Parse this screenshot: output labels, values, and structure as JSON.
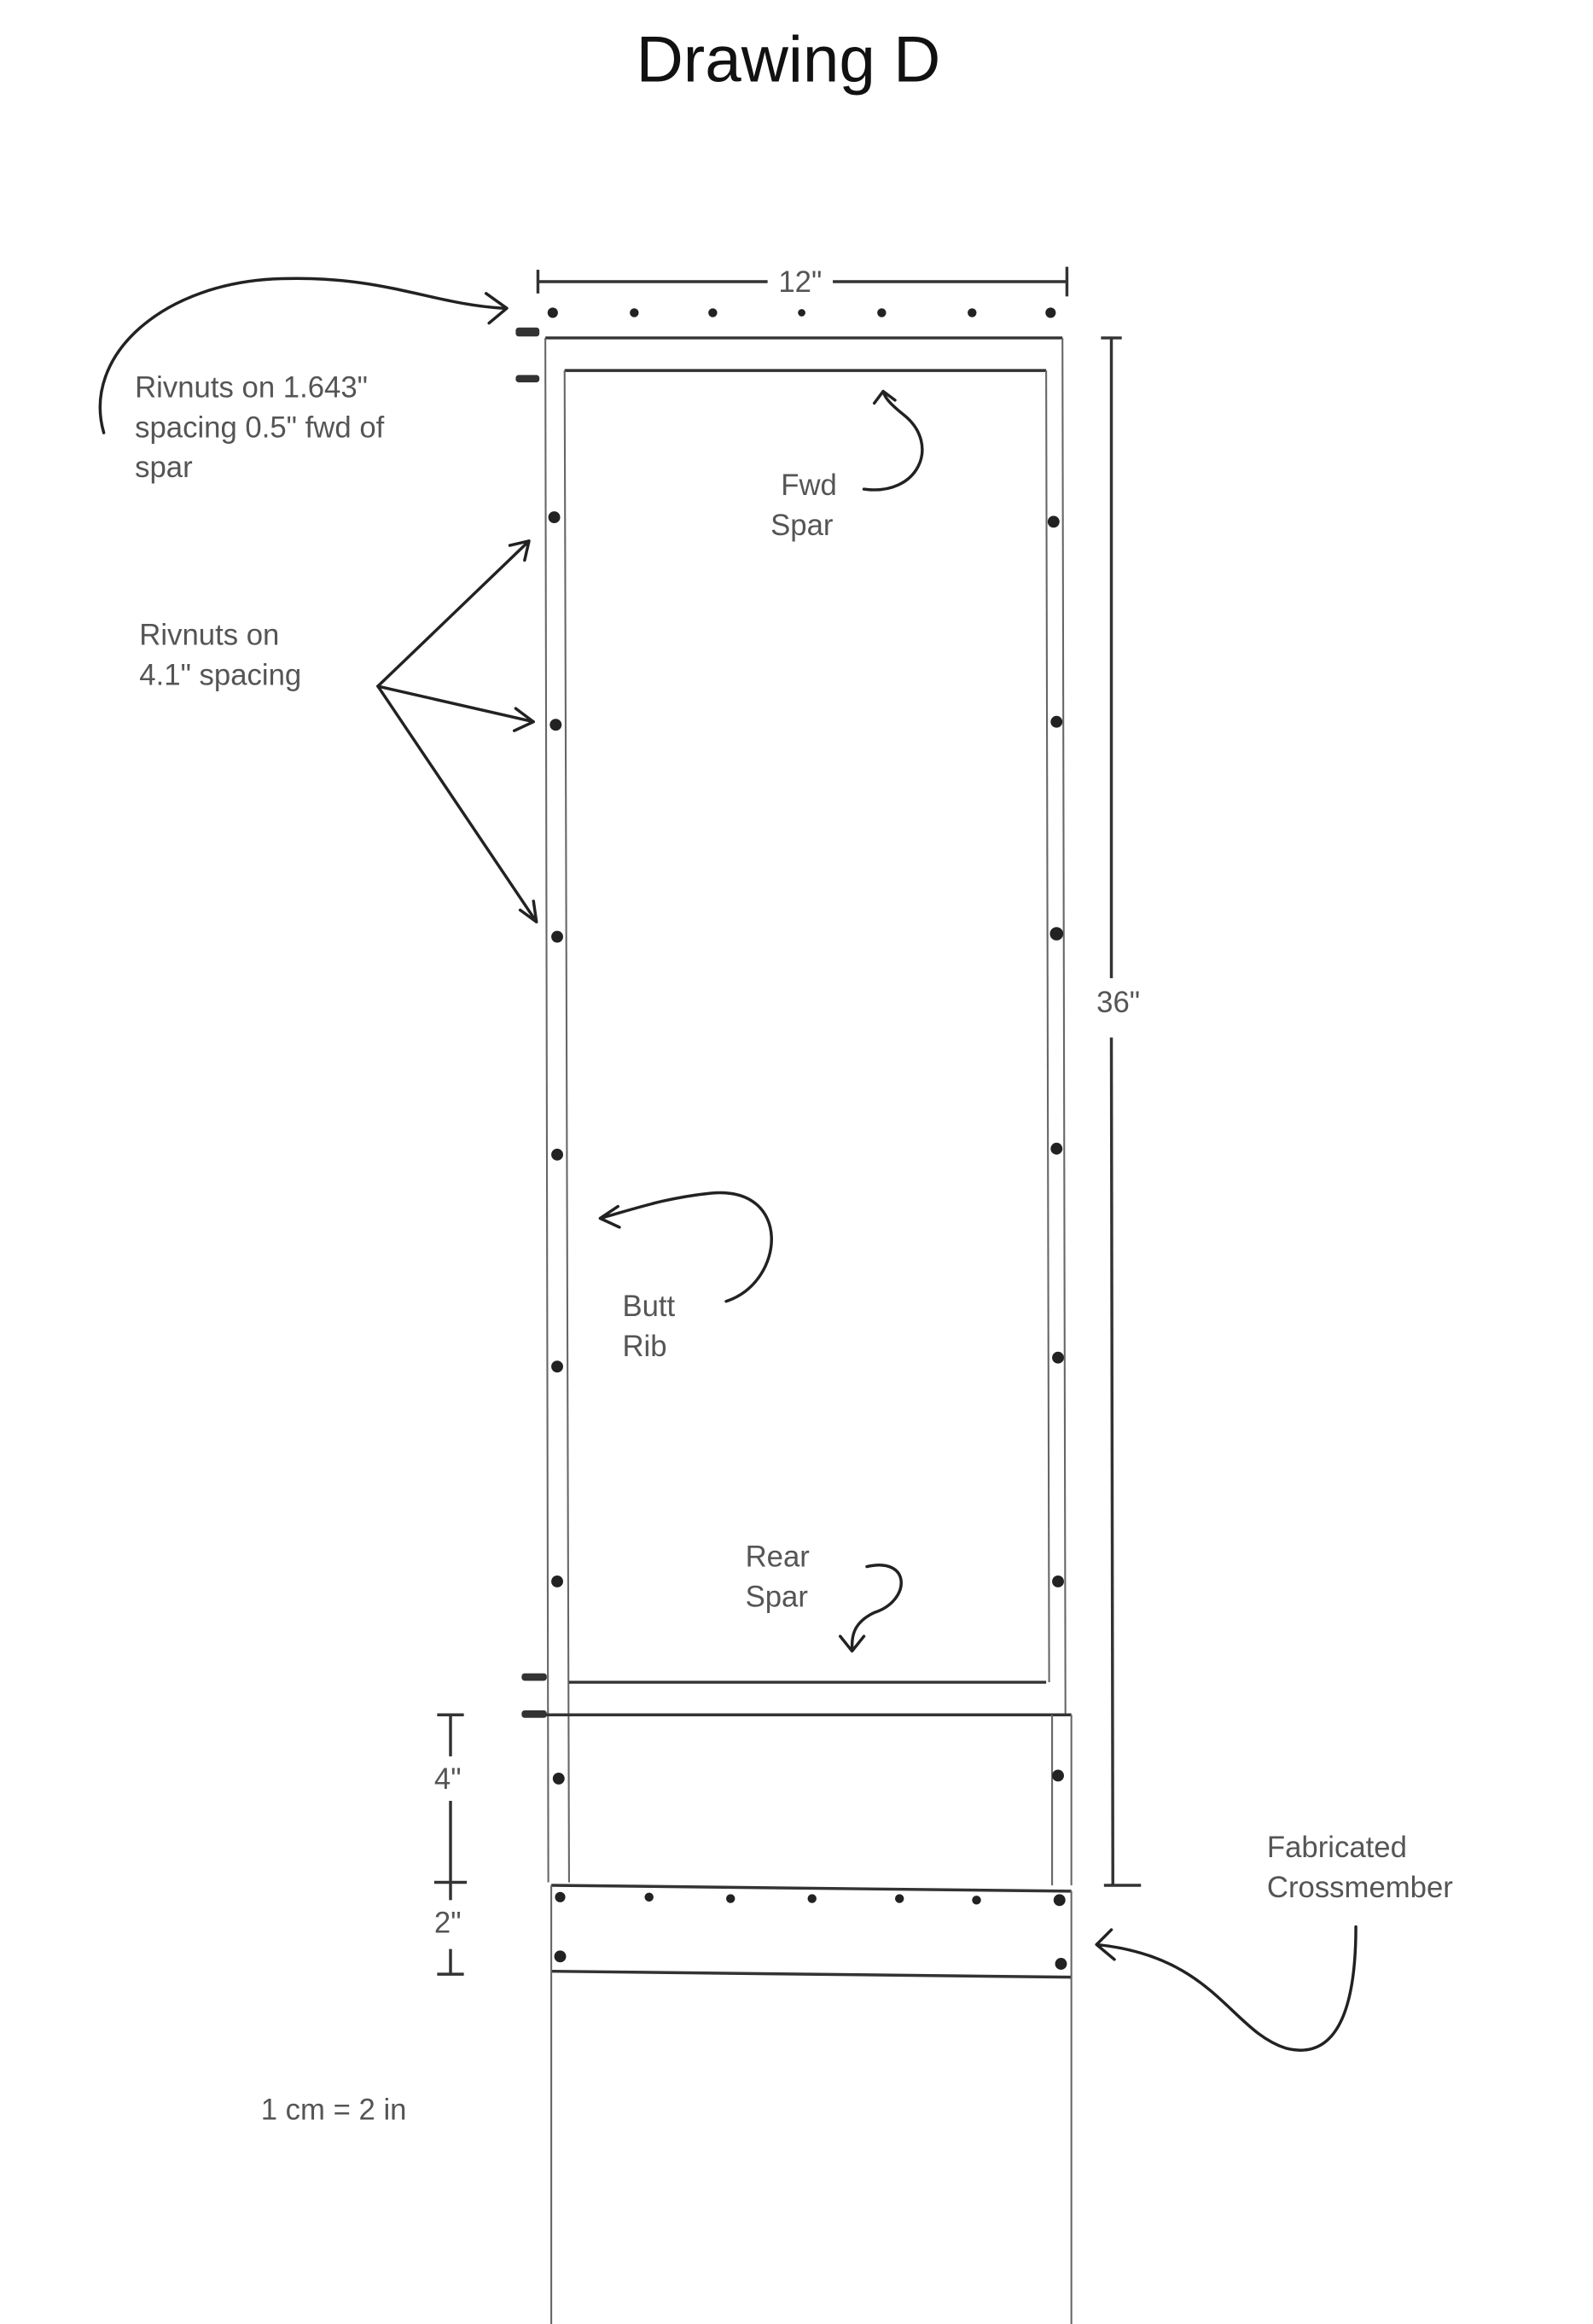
{
  "title": "Drawing D",
  "dimensions": {
    "width": "12\"",
    "length": "36\"",
    "gap": "4\"",
    "crossmember": "2\""
  },
  "labels": {
    "rivnuts_fwd": [
      "Rivnuts on 1.643\"",
      "spacing 0.5\" fwd of",
      "spar"
    ],
    "rivnuts_side": [
      "Rivnuts on",
      "4.1\" spacing"
    ],
    "fwd_spar": [
      "Fwd",
      "Spar"
    ],
    "butt_rib": [
      "Butt",
      "Rib"
    ],
    "rear_spar": [
      "Rear",
      "Spar"
    ],
    "crossmember": [
      "Fabricated",
      "Crossmember"
    ],
    "scale": "1 cm = 2 in"
  },
  "colors": {
    "ink": "#222222",
    "label": "#555555"
  }
}
